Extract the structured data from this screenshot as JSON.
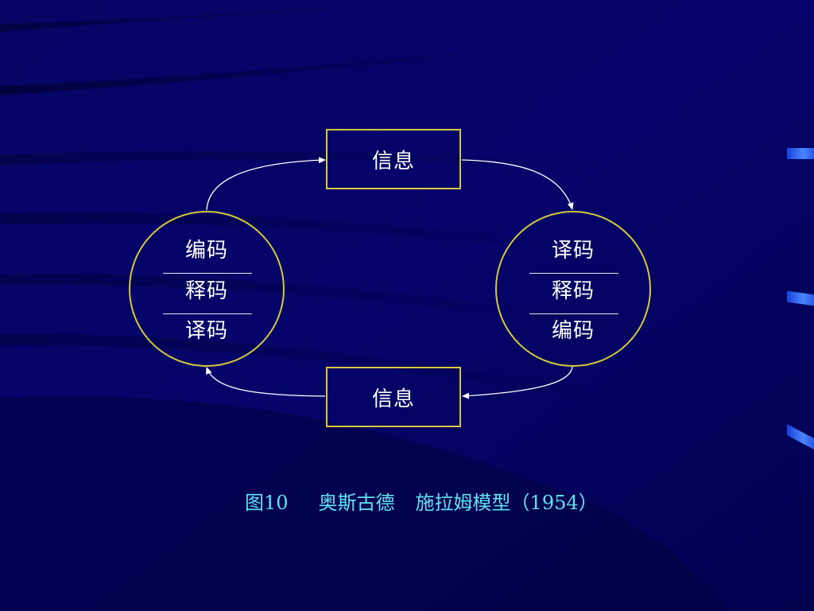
{
  "diagram": {
    "top_box_label": "信息",
    "bottom_box_label": "信息",
    "left_circle": {
      "line1": "编码",
      "line2": "释码",
      "line3": "译码"
    },
    "right_circle": {
      "line1": "译码",
      "line2": "释码",
      "line3": "编码"
    }
  },
  "caption": {
    "figure": "图10",
    "author": "奥斯古德",
    "title": "施拉姆模型（1954）"
  },
  "colors": {
    "background": "#03035e",
    "border": "#d6c83a",
    "caption": "#5fe3f0",
    "text": "#ffffff"
  }
}
